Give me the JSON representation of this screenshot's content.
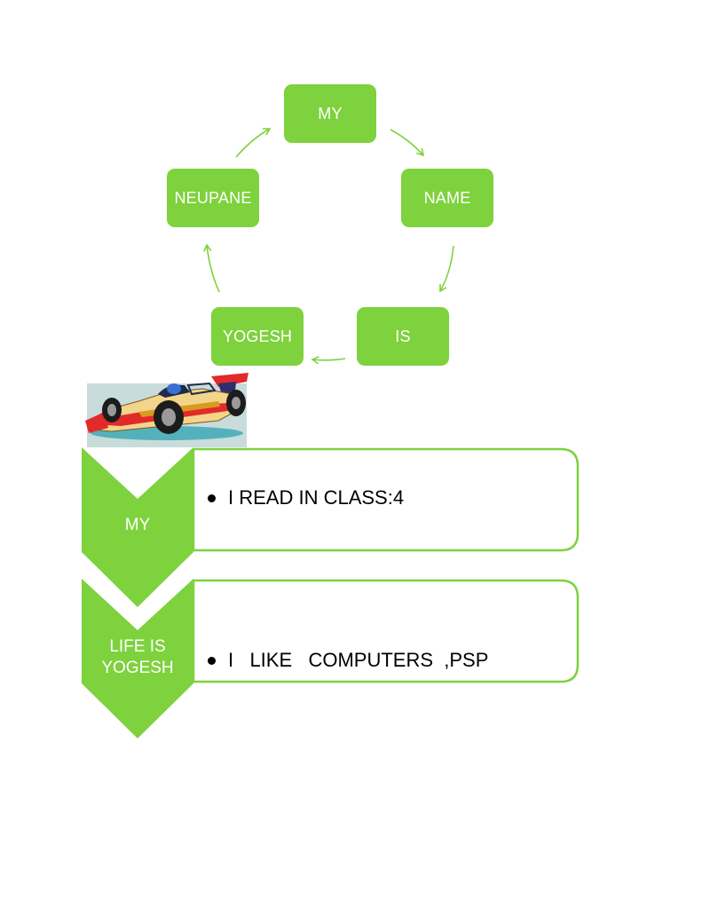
{
  "colors": {
    "accent": "#7ED23D",
    "white": "#FFFFFF",
    "text": "#000000"
  },
  "cycle": {
    "nodes": [
      "MY",
      "NAME",
      "IS",
      "YOGESH",
      "NEUPANE"
    ]
  },
  "chevron_list": {
    "items": [
      {
        "label": "MY",
        "text": "I READ IN CLASS:4"
      },
      {
        "label": "LIFE IS\nYOGESH",
        "text": "I   LIKE   COMPUTERS  ,PSP"
      }
    ]
  },
  "image": {
    "icon": "race-car-clipart"
  }
}
